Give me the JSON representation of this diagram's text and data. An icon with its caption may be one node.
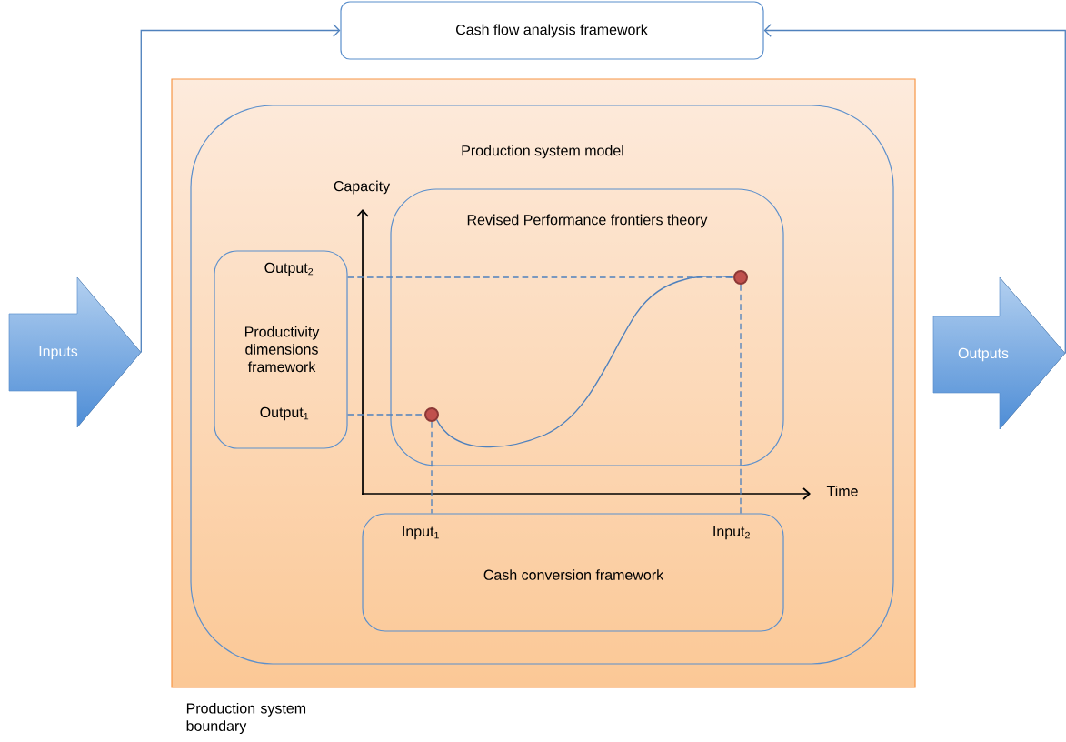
{
  "diagram": {
    "nodes": [
      {
        "text": [
          "Cash flow analysis framework"
        ]
      },
      {
        "text": [
          "Inputs"
        ]
      },
      {
        "text": [
          "Outputs"
        ]
      },
      {
        "text": [
          "Production system boundary"
        ]
      },
      {
        "text": [
          "Production system model"
        ],
        "in": 3
      },
      {
        "text": [
          "Revised Performance frontiers theory"
        ],
        "in": 4
      },
      {
        "text": [
          "Output$_{2}$",
          "Productivity dimensions framework",
          "Output$_{1}$"
        ],
        "in": 4
      },
      {
        "text": [
          "Input$_{1}$",
          "Input$_{2}$",
          "Cash conversion framework"
        ],
        "in": 4
      },
      {
        "text": [],
        "shape": "circle",
        "in": 5
      },
      {
        "text": [],
        "shape": "circle",
        "in": 5
      }
    ],
    "edges": [
      {
        "from": 1,
        "to": 0,
        "arrow": "to"
      },
      {
        "from": 2,
        "to": 0,
        "arrow": "to"
      },
      {
        "from": 6,
        "to": 8,
        "arrow": "none",
        "style": "dashed"
      },
      {
        "from": 8,
        "to": 7,
        "arrow": "none",
        "style": "dashed"
      },
      {
        "from": 6,
        "to": 9,
        "arrow": "none",
        "style": "dashed"
      },
      {
        "from": 9,
        "to": 7,
        "arrow": "none",
        "style": "dashed"
      },
      {
        "from": 8,
        "to": 9,
        "arrow": "none"
      }
    ],
    "labels": [
      "Capacity",
      "Time"
    ]
  }
}
